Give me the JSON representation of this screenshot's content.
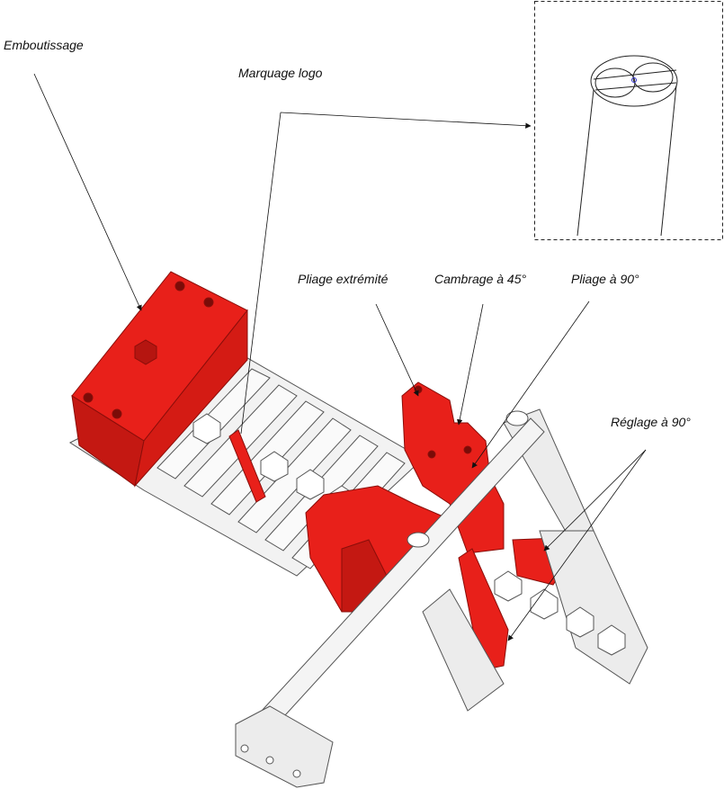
{
  "labels": {
    "emboutissage": "Emboutissage",
    "marquage_logo": "Marquage logo",
    "pliage_extremite": "Pliage extrémité",
    "cambrage_45": "Cambrage à 45°",
    "pliage_90": "Pliage à 90°",
    "reglage_90": "Réglage à 90°"
  },
  "colors": {
    "tooling_red": "#e8201a",
    "frame_gray": "#e6e6e6",
    "line": "#222222"
  }
}
